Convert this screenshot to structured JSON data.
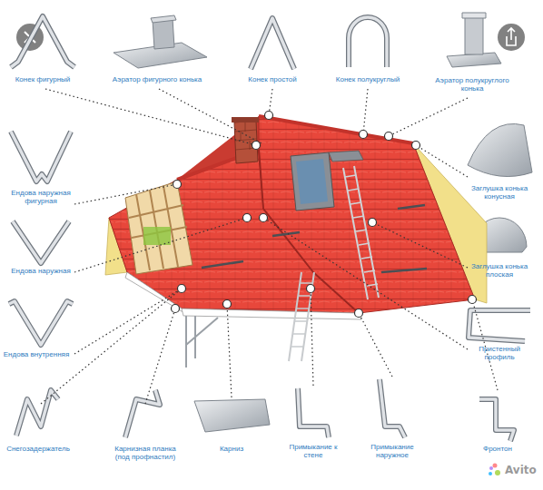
{
  "diagram": {
    "labels": [
      "Конек фигурный",
      "Аэратор фигурного конька",
      "Конек простой",
      "Конек полукруглый",
      "Аэратор полукруглого конька",
      "Ендова наружная фигурная",
      "Заглушка конька конусная",
      "Ендова наружная",
      "Заглушка конька плоская",
      "Ендова внутренняя",
      "Пристенный профиль",
      "Снегозадержатель",
      "Карнизная планка (под профнастил)",
      "Карниз",
      "Примыкание к стене",
      "Примыкание наружное",
      "Фронтон",
      "Avito"
    ]
  }
}
